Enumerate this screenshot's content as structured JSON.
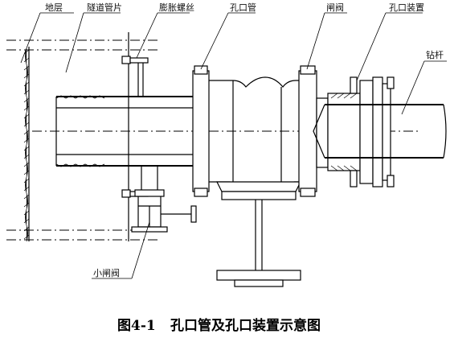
{
  "labels": {
    "stratum": "地层",
    "tunnel_segment": "隧道管片",
    "expansion_bolt": "膨胀螺丝",
    "orifice_pipe": "孔口管",
    "gate_valve": "闸阀",
    "orifice_device": "孔口装置",
    "drill_rod": "钻杆",
    "small_gate_valve": "小闸阀"
  },
  "caption": {
    "number": "图4-1",
    "title": "孔口管及孔口装置示意图"
  }
}
